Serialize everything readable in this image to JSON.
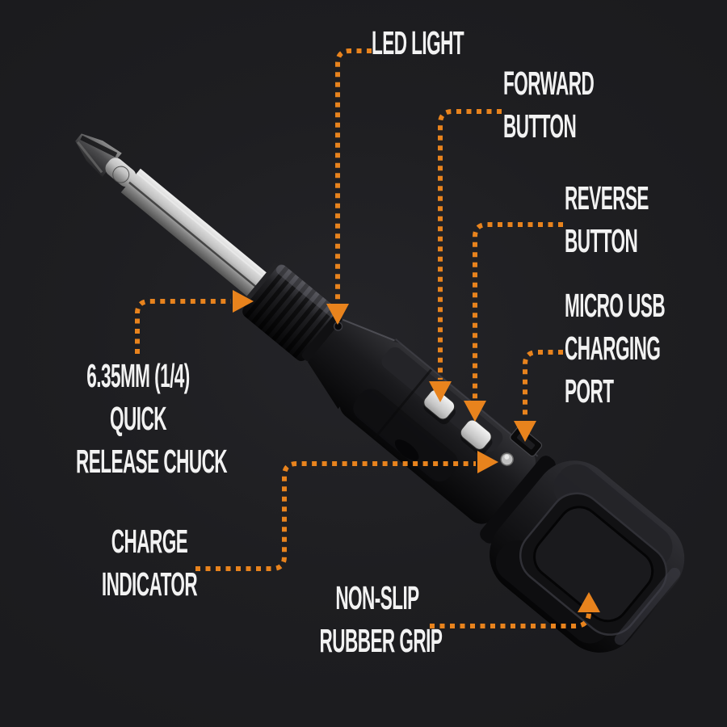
{
  "colors": {
    "background": "#1d1d20",
    "accent": "#e8831d",
    "label_text": "#f2f2f2"
  },
  "labels": [
    {
      "id": "led-light",
      "lines": [
        "LED LIGHT"
      ]
    },
    {
      "id": "forward-button",
      "lines": [
        "FORWARD",
        "BUTTON"
      ]
    },
    {
      "id": "reverse-button",
      "lines": [
        "REVERSE",
        "BUTTON"
      ]
    },
    {
      "id": "micro-usb-charging-port",
      "lines": [
        "MICRO USB",
        "CHARGING",
        "PORT"
      ]
    },
    {
      "id": "quick-release-chuck",
      "lines": [
        "6.35MM (1/4)",
        "QUICK",
        "RELEASE CHUCK"
      ]
    },
    {
      "id": "charge-indicator",
      "lines": [
        "CHARGE",
        "INDICATOR"
      ]
    },
    {
      "id": "non-slip-rubber-grip",
      "lines": [
        "NON-SLIP",
        "RUBBER GRIP"
      ]
    }
  ]
}
